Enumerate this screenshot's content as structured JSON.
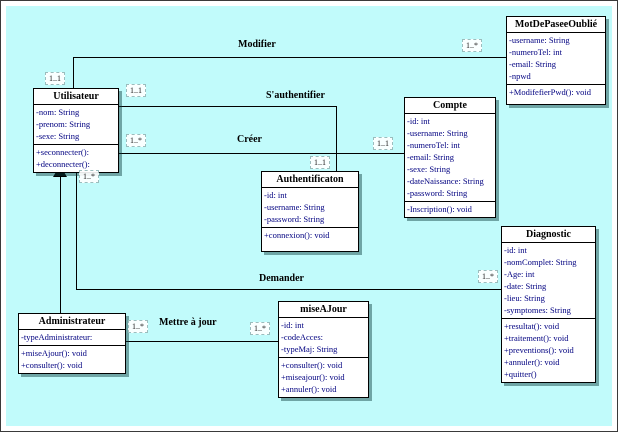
{
  "colors": {
    "background": "#c1fbfb",
    "box_fill": "#ffffff",
    "member_text": "#000080",
    "line": "#000000"
  },
  "classes": [
    {
      "name": "Utilisateur",
      "attributes": [
        "-nom: String",
        "-prenom: String",
        "-sexe: String"
      ],
      "methods": [
        "+seconnecter():",
        "+deconnecter():"
      ]
    },
    {
      "name": "MotDePaseeOublié",
      "attributes": [
        "-username: String",
        "-numeroTel: int",
        "-email: String",
        "-npwd"
      ],
      "methods": [
        "+ModifefierPwd(): void"
      ]
    },
    {
      "name": "Compte",
      "attributes": [
        "-id: int",
        "-username: String",
        "-numeroTel: int",
        "-email: String",
        "-sexe: String",
        "-dateNaissance: String",
        "-password: String"
      ],
      "methods": [
        "-Inscription(): void"
      ]
    },
    {
      "name": "Authentificaton",
      "attributes": [
        "-id: int",
        "-username: String",
        "-password: String"
      ],
      "methods": [
        "+connexion(): void"
      ]
    },
    {
      "name": "Diagnostic",
      "attributes": [
        "-id: int",
        "-nomComplet: String",
        "-Age: int",
        "-date: String",
        "-lieu: String",
        "-symptomes: String"
      ],
      "methods": [
        "+resultat(): void",
        "+traitement(): void",
        "+preventions(): void",
        "+annuler(): void",
        "+quitter()"
      ]
    },
    {
      "name": "Administrateur",
      "attributes": [
        "-typeAdministrateur:"
      ],
      "methods": [
        "+miseAjour(): void",
        "+consulter(): void"
      ]
    },
    {
      "name": "miseAJour",
      "attributes": [
        "-id: int",
        "-codeAcces:",
        "-typeMaj: String"
      ],
      "methods": [
        "+consulter(): void",
        "+miseajour(): void",
        "+annuler(): void"
      ]
    }
  ],
  "associations": {
    "modifier": {
      "label": "Modifier"
    },
    "sauthentifier": {
      "label": "S'authentifier"
    },
    "creer": {
      "label": "Créer"
    },
    "demander": {
      "label": "Demander"
    },
    "mettre_a_jour": {
      "label": "Mettre à jour"
    }
  },
  "multiplicities": {
    "modifier_utilisateur": "1..1",
    "modifier_motdepasse": "1..*",
    "sauth_utilisateur": "1..1",
    "sauth_authentificaton": "1..1",
    "creer_utilisateur": "1..*",
    "creer_compte": "1..1",
    "demander_utilisateur": "1..*",
    "demander_diagnostic": "1..*",
    "mettre_administrateur": "1..*",
    "mettre_miseajour": "1..*"
  }
}
